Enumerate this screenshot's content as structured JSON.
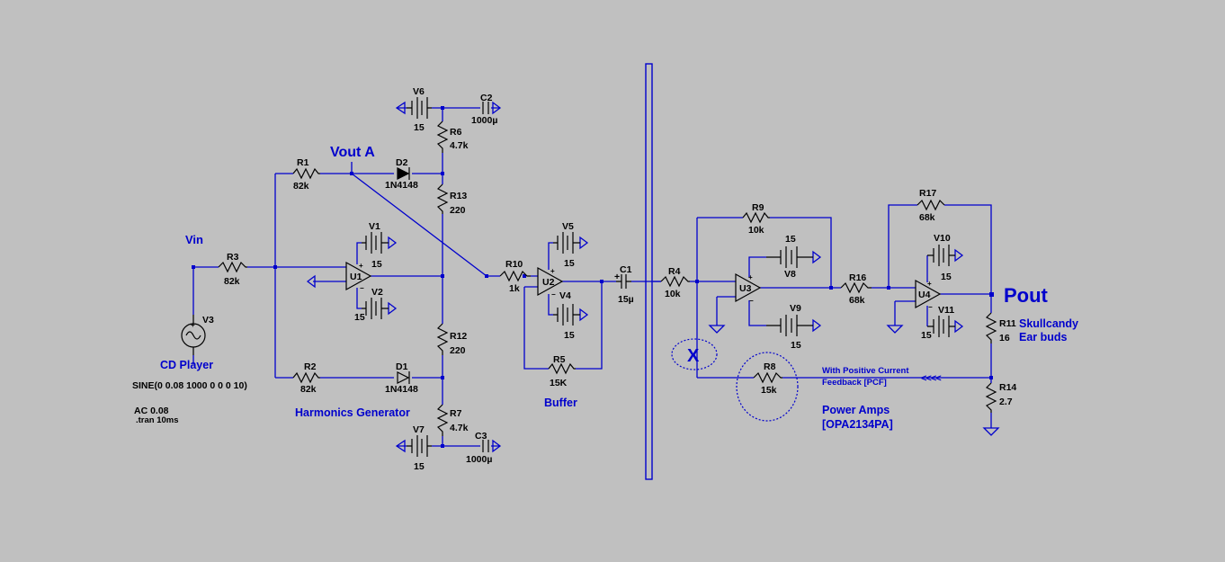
{
  "nets": {
    "vin": "Vin",
    "vout_a": "Vout A",
    "pout": "Pout"
  },
  "directives": {
    "sine": "SINE(0 0.08 1000 0 0 0 10)",
    "ac": "AC 0.08",
    "tran": ".tran 10ms"
  },
  "comments": {
    "cd_player": "CD Player",
    "harmonics": "Harmonics Generator",
    "buffer": "Buffer",
    "power_amps_1": "Power Amps",
    "power_amps_2": "[OPA2134PA]",
    "pcf_1": "With Positive Current",
    "pcf_2": "Feedback [PCF]",
    "pcf_arrows": "<<<<",
    "skullcandy_1": "Skullcandy",
    "skullcandy_2": "Ear buds",
    "x_mark": "X"
  },
  "components": {
    "R1": {
      "name": "R1",
      "value": "82k"
    },
    "R2": {
      "name": "R2",
      "value": "82k"
    },
    "R3": {
      "name": "R3",
      "value": "82k"
    },
    "R4": {
      "name": "R4",
      "value": "10k"
    },
    "R5": {
      "name": "R5",
      "value": "15K"
    },
    "R6": {
      "name": "R6",
      "value": "4.7k"
    },
    "R7": {
      "name": "R7",
      "value": "4.7k"
    },
    "R8": {
      "name": "R8",
      "value": "15k"
    },
    "R9": {
      "name": "R9",
      "value": "10k"
    },
    "R10": {
      "name": "R10",
      "value": "1k"
    },
    "R11": {
      "name": "R11",
      "value": "16"
    },
    "R12": {
      "name": "R12",
      "value": "220"
    },
    "R13": {
      "name": "R13",
      "value": "220"
    },
    "R14": {
      "name": "R14",
      "value": "2.7"
    },
    "R16": {
      "name": "R16",
      "value": "68k"
    },
    "R17": {
      "name": "R17",
      "value": "68k"
    },
    "D1": {
      "name": "D1",
      "value": "1N4148"
    },
    "D2": {
      "name": "D2",
      "value": "1N4148"
    },
    "C1": {
      "name": "C1",
      "value": "15µ"
    },
    "C2": {
      "name": "C2",
      "value": "1000µ"
    },
    "C3": {
      "name": "C3",
      "value": "1000µ"
    },
    "V1": {
      "name": "V1",
      "value": "15"
    },
    "V2": {
      "name": "V2",
      "value": "15"
    },
    "V3": {
      "name": "V3"
    },
    "V4": {
      "name": "V4",
      "value": "15"
    },
    "V5": {
      "name": "V5",
      "value": "15"
    },
    "V6": {
      "name": "V6",
      "value": "15"
    },
    "V7": {
      "name": "V7",
      "value": "15"
    },
    "V8": {
      "name": "V8",
      "value": "15"
    },
    "V9": {
      "name": "V9",
      "value": "15"
    },
    "V10": {
      "name": "V10",
      "value": "15"
    },
    "V11": {
      "name": "V11",
      "value": "15"
    },
    "U1": {
      "name": "U1"
    },
    "U2": {
      "name": "U2"
    },
    "U3": {
      "name": "U3"
    },
    "U4": {
      "name": "U4"
    }
  },
  "colors": {
    "background": "#c0c0c0",
    "wire": "#0000cc",
    "component": "#000000",
    "label": "#0000cc"
  }
}
